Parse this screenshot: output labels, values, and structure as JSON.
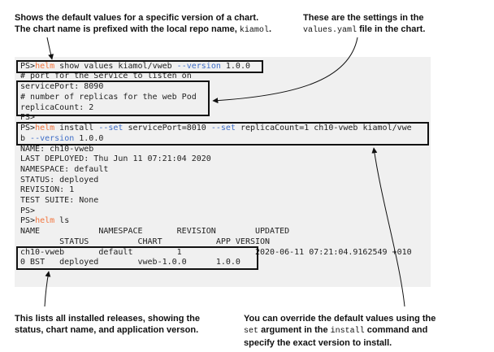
{
  "callouts": {
    "top_left_line1": "Shows the default values for a specific version of a chart.",
    "top_left_line2_prefix": "The chart name is prefixed with the local repo name,",
    "top_left_line2_code": "kiamol",
    "top_left_line2_suffix": ".",
    "top_right_line1": "These are the settings in the",
    "top_right_line2_code": "values.yaml",
    "top_right_line2_suffix": "file in the chart.",
    "bottom_left_line1": "This lists all installed releases, showing the",
    "bottom_left_line2": "status, chart name, and application verson.",
    "bottom_right_line1": "You can override the default values using the",
    "bottom_right_line2_code1": "set",
    "bottom_right_line2_mid": "argument in the",
    "bottom_right_line2_code2": "install",
    "bottom_right_line2_suffix": "command and",
    "bottom_right_line3": "specify the exact version to install."
  },
  "terminal": {
    "prompt": "PS>",
    "helm": "helm",
    "cmd1_rest": " show values kiamol/vweb ",
    "cmd1_flag": "--version",
    "cmd1_version": " 1.0.0",
    "line_comment_port": "# port for the Service to listen on",
    "line_serviceport": "servicePort: 8090",
    "line_comment_replicas": "# number of replicas for the web Pod",
    "line_replicacount": "replicaCount: 2",
    "line_empty_prompt": "PS>",
    "cmd2_rest_a": " install ",
    "cmd2_set1": "--set",
    "cmd2_mid": " servicePort=8010 ",
    "cmd2_set2": "--set",
    "cmd2_rest_b": " replicaCount=1 ch10-vweb kiamol/vwe",
    "cmd2_wrap_a": "b ",
    "cmd2_wrap_flag": "--version",
    "cmd2_wrap_b": " 1.0.0",
    "out_name": "NAME: ch10-vweb",
    "out_deployed": "LAST DEPLOYED: Thu Jun 11 07:21:04 2020",
    "out_namespace": "NAMESPACE: default",
    "out_status": "STATUS: deployed",
    "out_revision": "REVISION: 1",
    "out_test_suite": "TEST SUITE: None",
    "prompt_after_install": "PS>",
    "cmd3_rest": " ls",
    "ls_header1": "NAME            NAMESPACE       REVISION        UPDATED",
    "ls_header2": "        STATUS          CHART           APP VERSION",
    "ls_row1": "ch10-vweb       default         1               2020-06-11 07:21:04.9162549 +010",
    "ls_row2": "0 BST   deployed        vweb-1.0.0      1.0.0"
  }
}
